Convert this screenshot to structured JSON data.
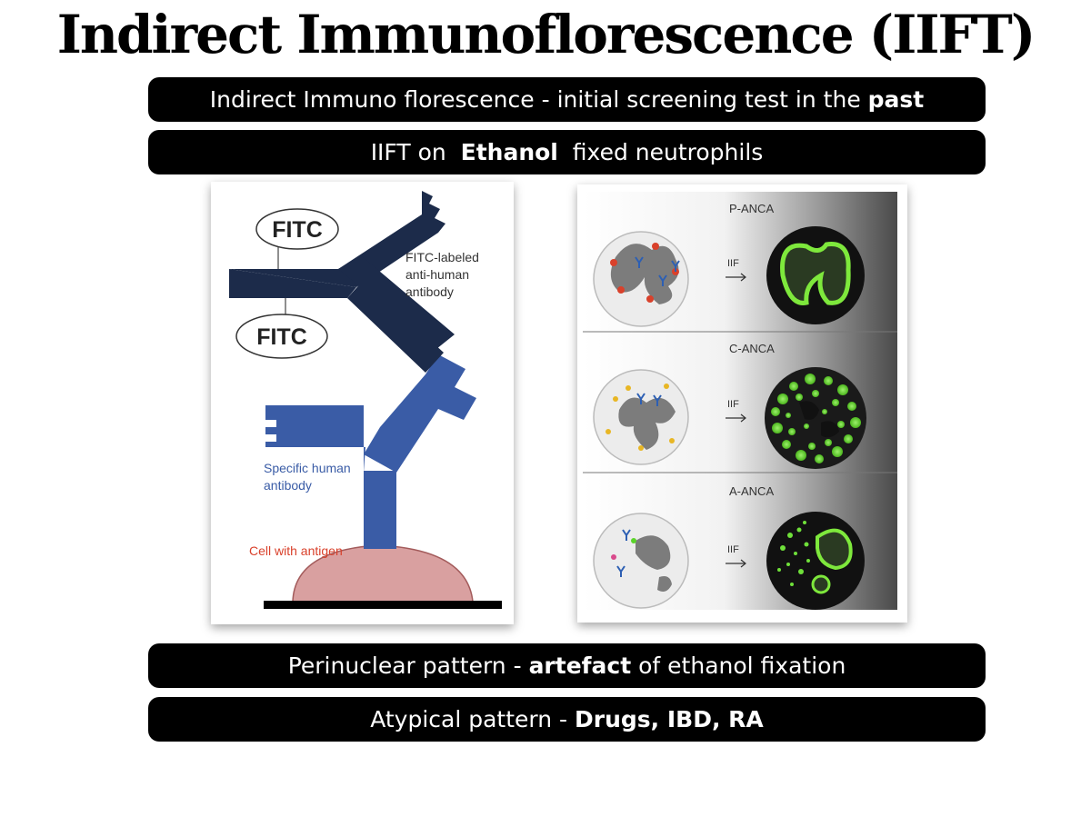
{
  "title": "Indirect Immunoflorescence (IIFT)",
  "bars": {
    "b1": {
      "pre": "Indirect Immuno florescence - initial screening test in the ",
      "bold": "past",
      "post": ""
    },
    "b2": {
      "pre": "IIFT on ",
      "bold": "Ethanol",
      "post": " fixed neutrophils"
    },
    "b3": {
      "pre": "Perinuclear pattern - ",
      "bold": "artefact",
      "post": " of ethanol fixation"
    },
    "b4": {
      "pre": "Atypical pattern - ",
      "bold": "Drugs, IBD, RA",
      "post": ""
    }
  },
  "left_diagram": {
    "fitc_top": "FITC",
    "fitc_bottom": "FITC",
    "secondary_label": [
      "FITC-labeled",
      "anti-human",
      "antibody"
    ],
    "primary_label": [
      "Specific human",
      "antibody"
    ],
    "cell_label": "Cell with antigen"
  },
  "right_diagram": {
    "panels": [
      {
        "label": "P-ANCA",
        "arrow": "IIF"
      },
      {
        "label": "C-ANCA",
        "arrow": "IIF"
      },
      {
        "label": "A-ANCA",
        "arrow": "IIF"
      }
    ]
  },
  "colors": {
    "bar_bg": "#000000",
    "dark_antibody": "#1c2b4a",
    "blue_antibody": "#3a5ca6",
    "antigen_red": "#d9412b",
    "cell_pink": "#d9a0a0",
    "fluor_green": "#5bd42a",
    "cell_gray": "#7c7c7c"
  }
}
